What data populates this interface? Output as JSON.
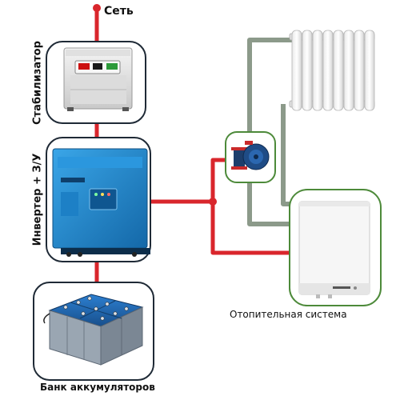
{
  "labels": {
    "grid": "Сеть",
    "stabilizer": "Стабилизатор",
    "inverter": "Инвертер + З/У",
    "battery_bank": "Банк аккумуляторов",
    "heating_system": "Отопительная система"
  },
  "colors": {
    "power_line": "#d9262c",
    "water_pipe": "#8c9a8a",
    "frame_dark": "#1f2a36",
    "frame_green": "#4d8a3a",
    "inverter_blue": "#1f8fd6"
  },
  "icons": {
    "grid_connection": "red-dot-terminal",
    "stabilizer": "voltage-stabilizer-device",
    "inverter": "inverter-charger-device",
    "battery_bank": "battery-array",
    "pump": "circulation-pump",
    "radiator": "radiator",
    "boiler": "electric-boiler"
  }
}
